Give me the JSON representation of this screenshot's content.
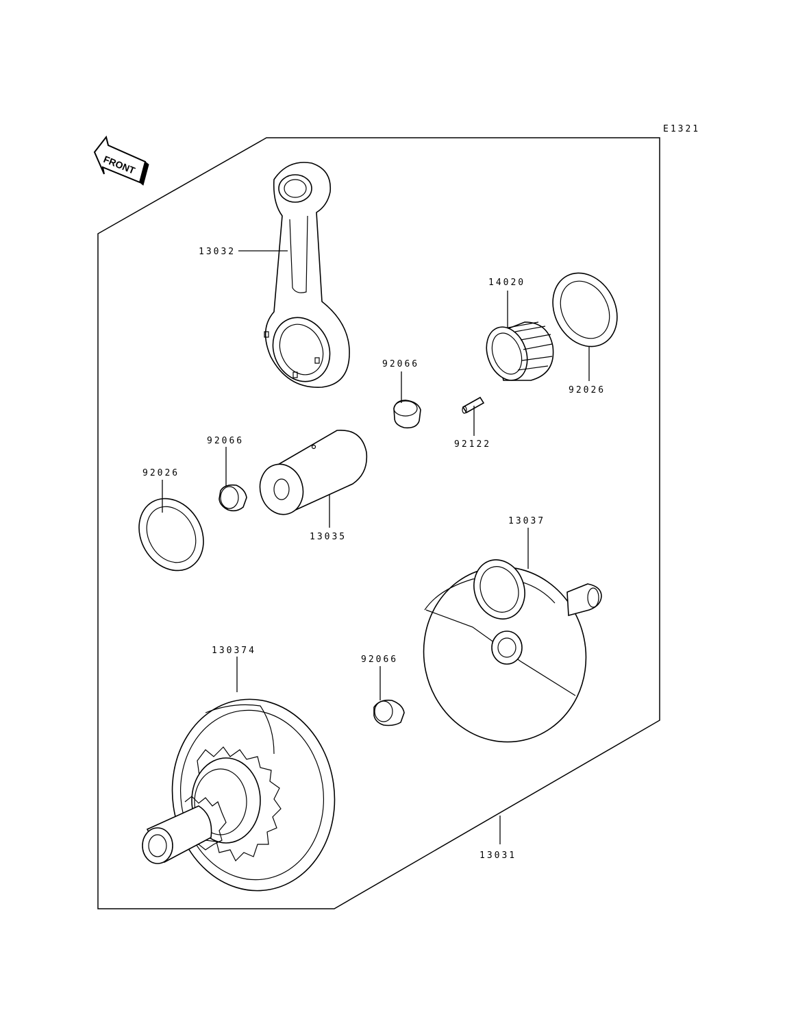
{
  "diagram_code": "E1321",
  "front_arrow_label": "FRONT",
  "callouts": {
    "connecting_rod": "13032",
    "bearing": "14020",
    "thrust_washer_right": "92026",
    "bearing_top": "92066",
    "pin_small": "92122",
    "crank_pin": "13035",
    "bearing_left": "92066",
    "thrust_washer_left": "92026",
    "flywheel_right": "13037",
    "flywheel_left": "130374",
    "bearing_bottom": "92066",
    "crankshaft_assembly": "13031"
  }
}
